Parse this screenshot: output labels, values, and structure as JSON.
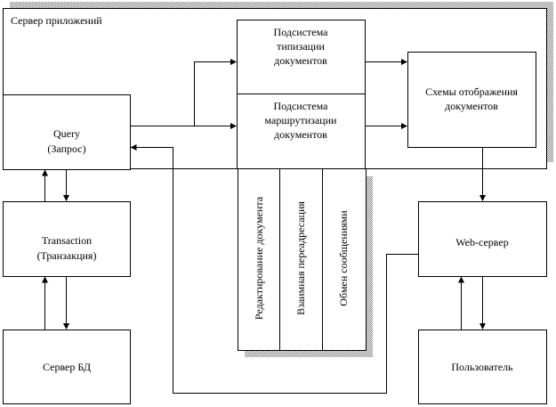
{
  "diagram": {
    "app_server": {
      "label": "Сервер приложений"
    },
    "query": {
      "lines": [
        "Query",
        "(Запрос)"
      ]
    },
    "transaction": {
      "lines": [
        "Transaction",
        "(Транзакция)"
      ]
    },
    "db_server": {
      "lines": [
        "Сервер БД"
      ]
    },
    "typing_subsystem": {
      "lines": [
        "Подсистема",
        "типизации",
        "документов"
      ]
    },
    "routing_subsystem": {
      "lines": [
        "Подсистема",
        "маршрутизации",
        "документов"
      ]
    },
    "display_schemes": {
      "lines": [
        "Схемы отображения",
        "документов"
      ]
    },
    "functions": [
      {
        "label": "Редактирование документа"
      },
      {
        "label": "Взаимная переадресация"
      },
      {
        "label": "Обмен сообщениями"
      }
    ],
    "web_server": {
      "lines": [
        "Web-сервер"
      ]
    },
    "user": {
      "lines": [
        "Пользователь"
      ]
    },
    "colors": {
      "line": "#000000",
      "shadow": "#a0a0a0",
      "background": "#ffffff"
    }
  }
}
